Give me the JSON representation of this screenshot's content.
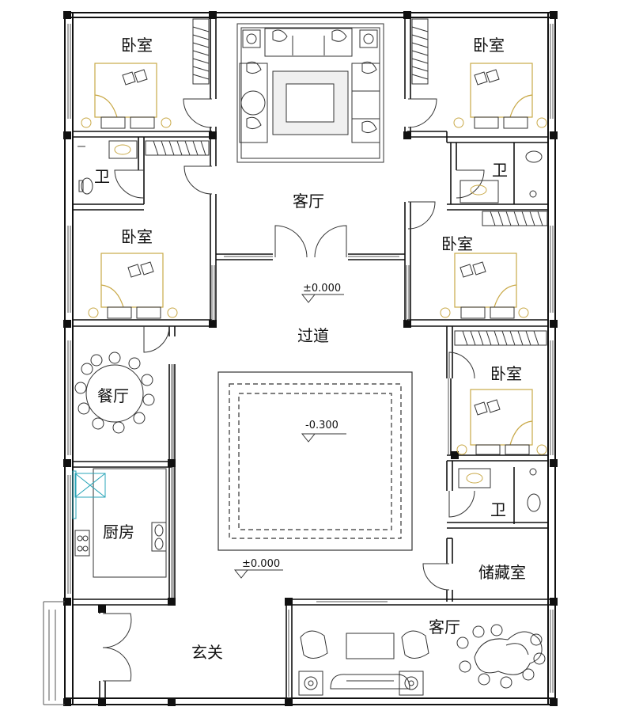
{
  "rooms": {
    "bedroom_nw": "卧室",
    "bedroom_ne": "卧室",
    "bathroom_nw": "卫",
    "bathroom_ne": "卫",
    "living_north": "客厅",
    "bedroom_w": "卧室",
    "bedroom_e": "卧室",
    "corridor": "过道",
    "dining": "餐厅",
    "bedroom_se": "卧室",
    "bathroom_se": "卫",
    "kitchen": "厨房",
    "storage": "储藏室",
    "foyer": "玄关",
    "living_south": "客厅"
  },
  "levels": {
    "main_floor": "±0.000",
    "courtyard": "-0.300",
    "entry": "±0.000"
  },
  "colors": {
    "wall": "#111111",
    "line": "#333333",
    "bed": "#c9a948",
    "fixture": "#2aa5b8",
    "window": "#555555"
  }
}
